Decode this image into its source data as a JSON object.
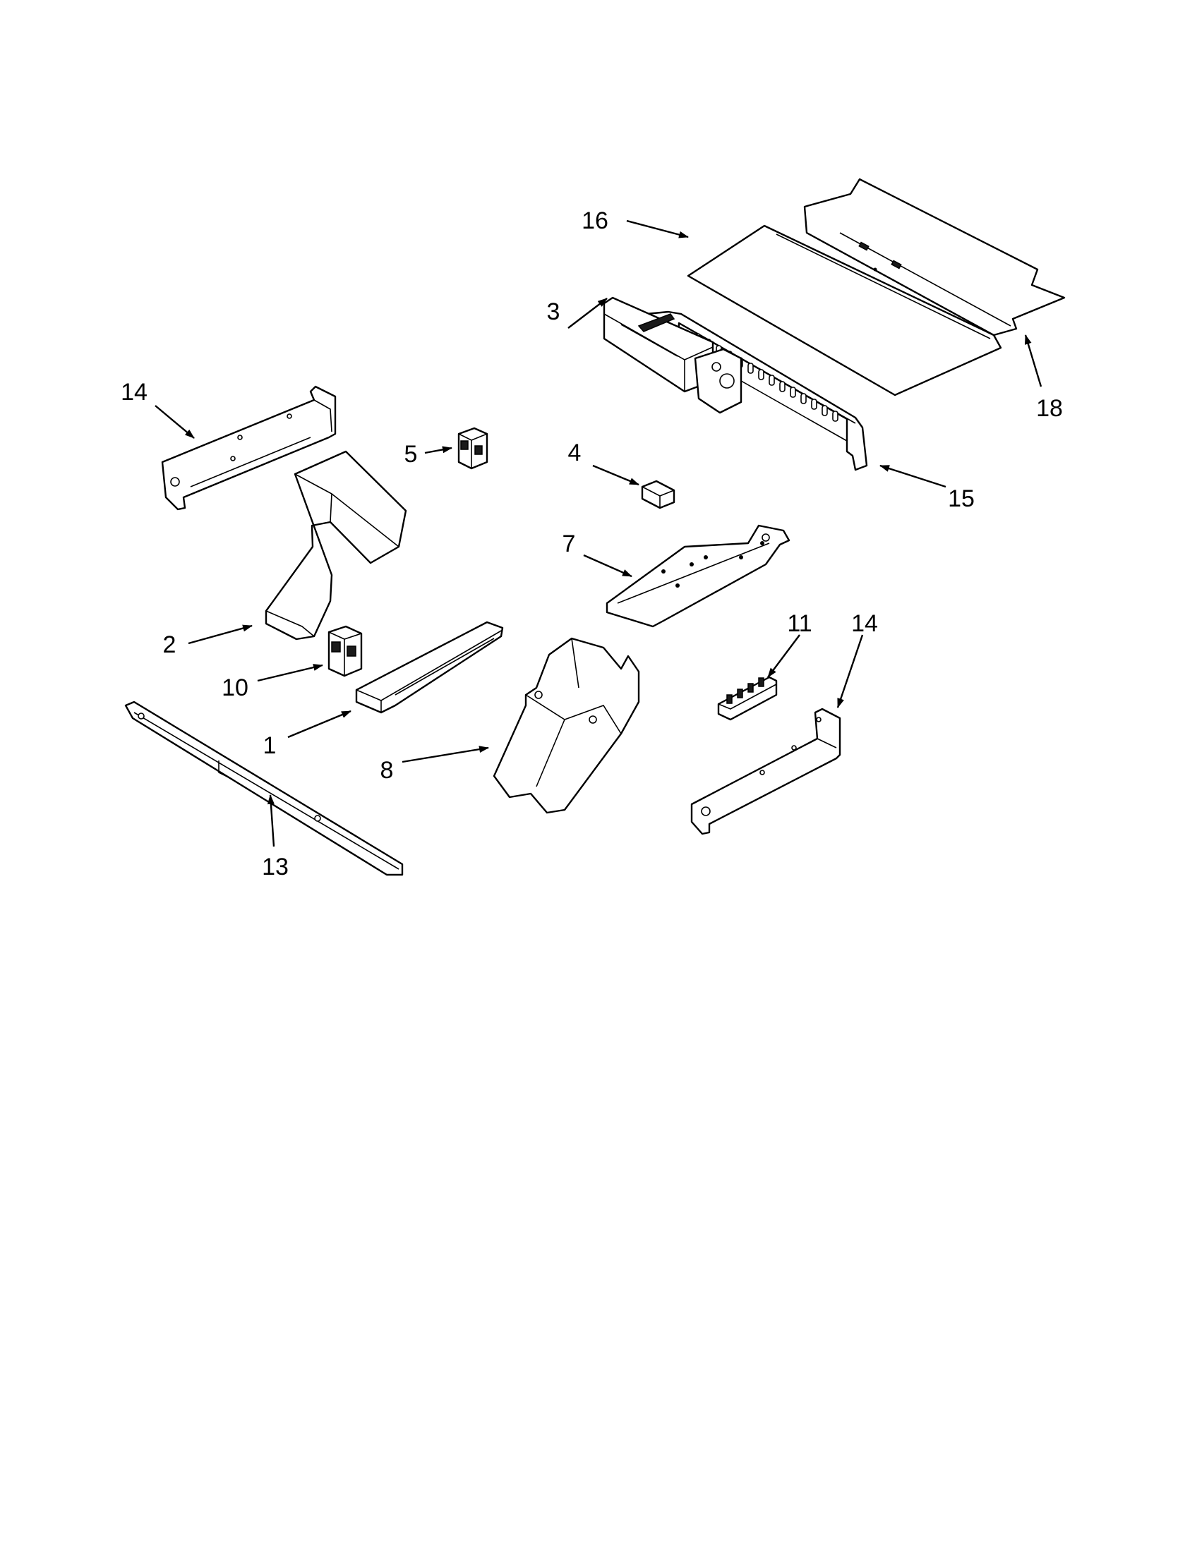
{
  "callouts": {
    "c16": "16",
    "c3": "3",
    "c18": "18",
    "c14a": "14",
    "c5": "5",
    "c4": "4",
    "c15": "15",
    "c7": "7",
    "c2": "2",
    "c11": "11",
    "c14b": "14",
    "c10": "10",
    "c1": "1",
    "c8": "8",
    "c13": "13"
  }
}
